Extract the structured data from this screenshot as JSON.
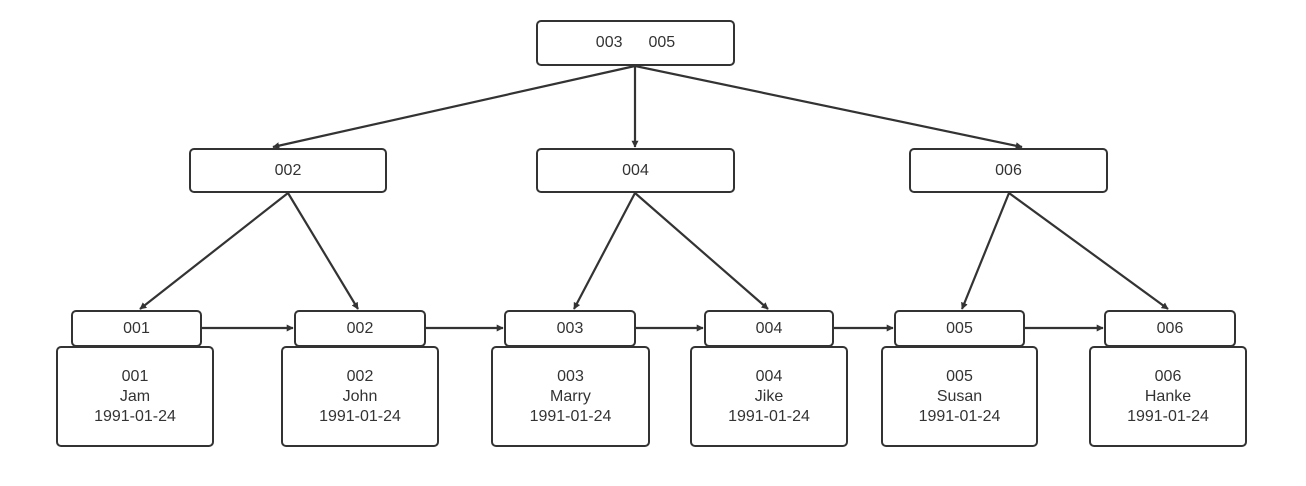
{
  "root": {
    "keys": [
      "003",
      "005"
    ]
  },
  "internal": [
    {
      "key": "002"
    },
    {
      "key": "004"
    },
    {
      "key": "006"
    }
  ],
  "leaves": [
    {
      "key": "001",
      "record": {
        "id": "001",
        "name": "Jam",
        "date": "1991-01-24"
      }
    },
    {
      "key": "002",
      "record": {
        "id": "002",
        "name": "John",
        "date": "1991-01-24"
      }
    },
    {
      "key": "003",
      "record": {
        "id": "003",
        "name": "Marry",
        "date": "1991-01-24"
      }
    },
    {
      "key": "004",
      "record": {
        "id": "004",
        "name": "Jike",
        "date": "1991-01-24"
      }
    },
    {
      "key": "005",
      "record": {
        "id": "005",
        "name": "Susan",
        "date": "1991-01-24"
      }
    },
    {
      "key": "006",
      "record": {
        "id": "006",
        "name": "Hanke",
        "date": "1991-01-24"
      }
    }
  ],
  "colors": {
    "stroke": "#333333",
    "fill": "#ffffff",
    "text": "#333333"
  }
}
